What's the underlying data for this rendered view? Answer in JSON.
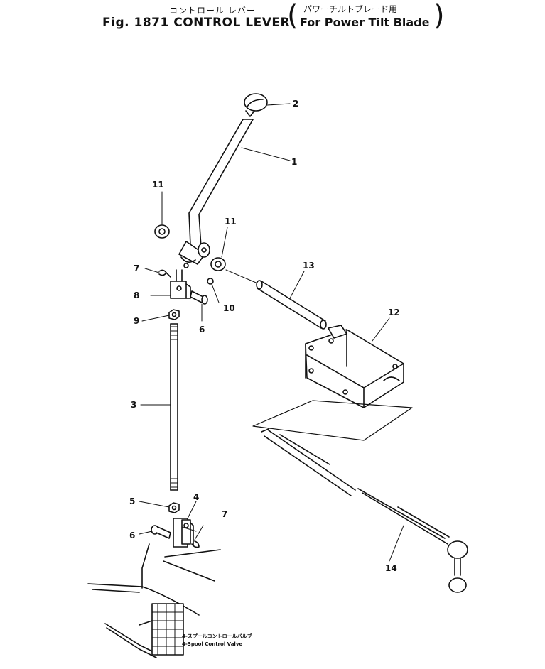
{
  "title": {
    "jp_main": "コントロール レバー",
    "jp_sub": "パワーチルトブレード用",
    "en_main": "Fig. 1871 CONTROL LEVER",
    "en_sub": "For Power Tilt Blade",
    "paren_open": "(",
    "paren_close": ")"
  },
  "callouts": [
    "1",
    "2",
    "3",
    "4",
    "5",
    "6",
    "6",
    "7",
    "7",
    "8",
    "9",
    "10",
    "11",
    "11",
    "12",
    "13",
    "14"
  ],
  "valve_label": {
    "jp": "4-スプールコントロールバルブ",
    "en": "4-Spool Control Valve"
  }
}
